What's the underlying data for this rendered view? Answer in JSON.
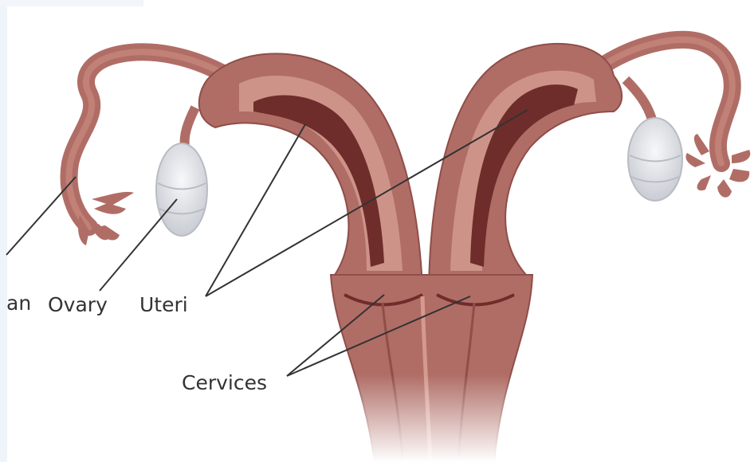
{
  "labels": {
    "fallopian_partial": "an",
    "ovary": "Ovary",
    "uteri": "Uteri",
    "cervices": "Cervices"
  },
  "colors": {
    "tissue_outer": "#b06d66",
    "tissue_light": "#d49a8e",
    "tissue_mid": "#c07f74",
    "cavity": "#6e2d2b",
    "ovary": "#e4e6ea",
    "leader_line": "#333333",
    "label_text": "#333333",
    "left_strip": "#eef4fa"
  }
}
